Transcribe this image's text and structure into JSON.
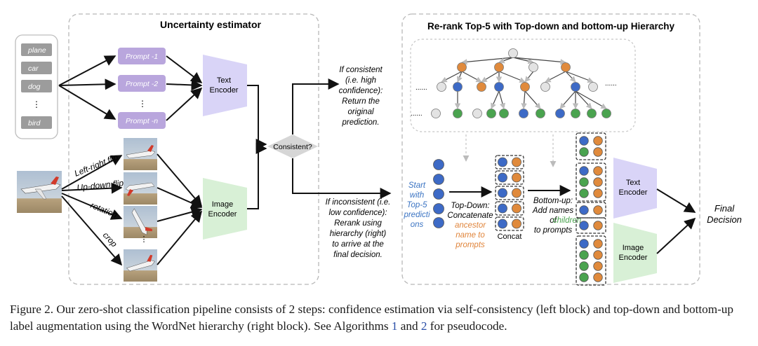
{
  "figure": {
    "left_block": {
      "title": "Uncertainty estimator",
      "class_labels": [
        "plane",
        "car",
        "dog",
        "⋮",
        "bird"
      ],
      "prompts": [
        "Prompt -1",
        "Prompt -2",
        "⋮",
        "Prompt -n"
      ],
      "text_encoder": [
        "Text",
        "Encoder"
      ],
      "image_encoder": [
        "Image",
        "Encoder"
      ],
      "augmentations": [
        "Left-right flip",
        "Up-down flip",
        "rotation",
        "⋮",
        "crop"
      ],
      "decision": "Consistent?"
    },
    "consistent_note": [
      "If consistent",
      "(i.e. high",
      "confidence):",
      "Return the",
      "original",
      "prediction."
    ],
    "inconsistent_note": [
      "If inconsistent (i.e.",
      "low confidence):",
      "Rerank using",
      "hierarchy (right)",
      "to arrive at the",
      "final decision."
    ],
    "right_block": {
      "title": "Re-rank Top-5 with Top-down and bottom-up Hierarchy",
      "start_note": [
        "Start",
        "with",
        "Top-5",
        "predicti",
        "ons"
      ],
      "topdown_note": [
        "Top-Down:",
        "Concatenate"
      ],
      "topdown_colored": [
        "ancestor",
        "name to",
        "prompts"
      ],
      "concat_label": "Concat",
      "bottomup_note": [
        "Bottom-up:",
        "Add names",
        "of"
      ],
      "bottomup_colored": "children",
      "bottomup_tail": "to prompts",
      "text_encoder": [
        "Text",
        "Encoder"
      ],
      "image_encoder": [
        "Image",
        "Encoder"
      ],
      "final": [
        "Final",
        "Decision"
      ],
      "ellipsis": "......"
    },
    "colors": {
      "prompt_box": "#b9a6dd",
      "text_encoder": "#d9d4f7",
      "image_encoder": "#d8f0d6",
      "node_blue": "#3d6ac6",
      "node_orange": "#e08a3c",
      "node_green": "#4aa34f",
      "node_gray": "#e3e3e3",
      "label_box": "#9c9c9c",
      "start_text": "#3b74c3",
      "ancestor_text": "#e0843a",
      "children_text": "#4aa34f"
    }
  },
  "caption": {
    "text_1": "Figure 2. Our zero-shot classification pipeline consists of 2 steps: confidence estimation via self-consistency (left block) and top-down and bottom-up label augmentation using the WordNet hierarchy (right block). See Algorithms ",
    "ref_1": "1",
    "text_2": " and ",
    "ref_2": "2",
    "text_3": " for pseudocode."
  }
}
